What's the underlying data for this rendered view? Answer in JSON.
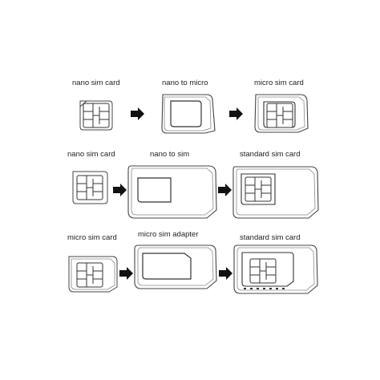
{
  "rows": [
    {
      "steps": [
        {
          "label": "nano sim card"
        },
        {
          "label": "nano to micro"
        },
        {
          "label": "micro sim card"
        }
      ]
    },
    {
      "steps": [
        {
          "label": "nano sim card"
        },
        {
          "label": "nano to sim"
        },
        {
          "label": "standard sim card"
        }
      ]
    },
    {
      "steps": [
        {
          "label": "micro sim card"
        },
        {
          "label": "micro sim adapter"
        },
        {
          "label": "standard sim card"
        }
      ]
    }
  ]
}
